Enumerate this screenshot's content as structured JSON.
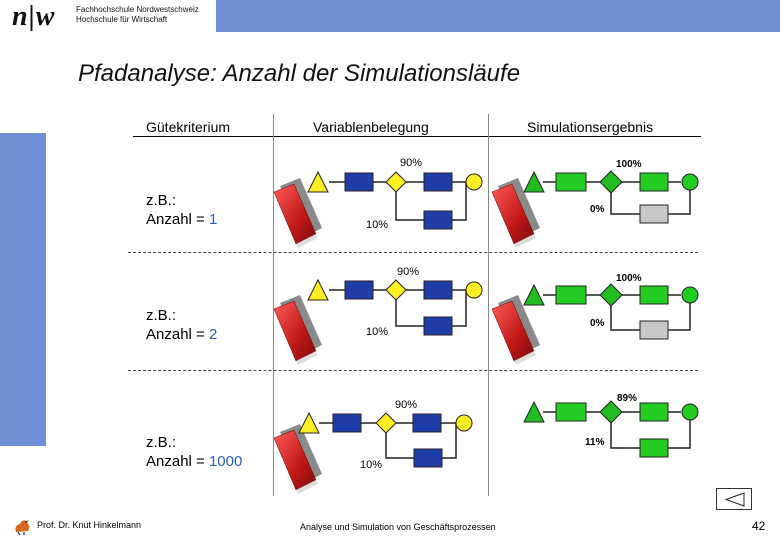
{
  "header": {
    "logo_mark": "n|w",
    "logo_line1": "Fachhochschule Nordwestschweiz",
    "logo_line2": "Hochschule für Wirtschaft"
  },
  "title": "Pfadanalyse: Anzahl der Simulationsläufe",
  "columns": {
    "criterion": "Gütekriterium",
    "variables": "Variablenbelegung",
    "result": "Simulationsergebnis"
  },
  "rows": [
    {
      "label_prefix": "z.B.:",
      "label_text": "Anzahl = ",
      "label_num": "1",
      "var_top": "90%",
      "var_bottom": "10%",
      "res_top": "100%",
      "res_bottom": "0%"
    },
    {
      "label_prefix": "z.B.:",
      "label_text": "Anzahl = ",
      "label_num": "2",
      "var_top": "90%",
      "var_bottom": "10%",
      "res_top": "100%",
      "res_bottom": "0%"
    },
    {
      "label_prefix": "z.B.:",
      "label_text": "Anzahl = ",
      "label_num": "1000",
      "var_top": "90%",
      "var_bottom": "10%",
      "res_top": "89%",
      "res_bottom": "11%"
    }
  ],
  "footer": {
    "author": "Prof. Dr. Knut Hinkelmann",
    "course": "Analyse und Simulation von Geschäftsprozessen",
    "page_number": "42"
  },
  "icons": {
    "nav": "back-triangle-icon",
    "footer_logo": "rooster-icon",
    "book": "book-stack-icon"
  },
  "colors": {
    "accent_bar": "#6f8fd6",
    "task_blue": "#1f3ea8",
    "task_green": "#22cc22",
    "task_gray": "#c8c8c8",
    "gateway_yellow": "#ffee22",
    "gateway_green": "#22bb22",
    "event_yellow": "#ffee22",
    "event_green": "#22cc22",
    "number_blue": "#2a5fb8"
  }
}
